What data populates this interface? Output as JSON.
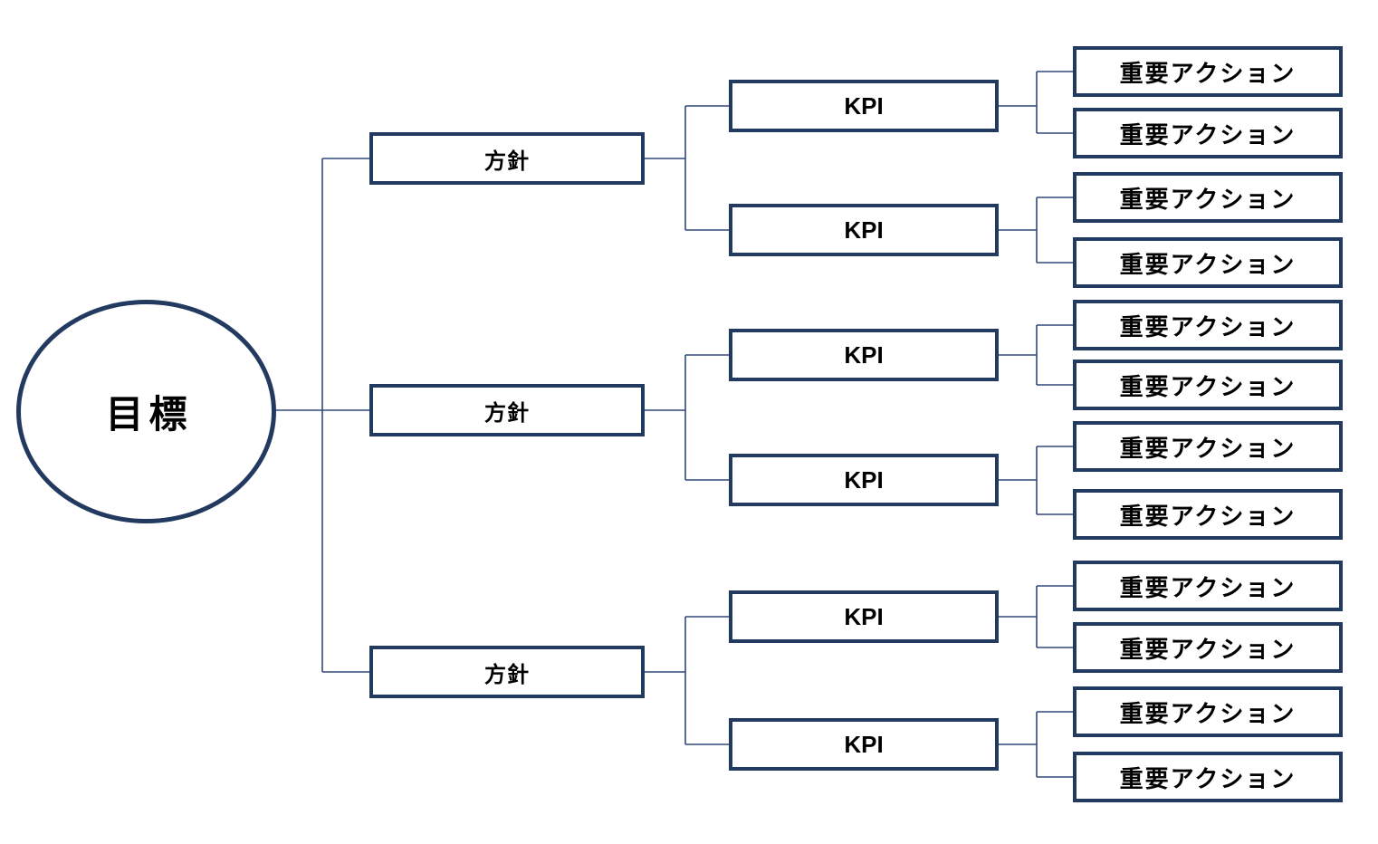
{
  "colors": {
    "box_border": "#233A60",
    "connector": "#31497A",
    "text": "#000000",
    "background": "#FFFFFF"
  },
  "tree": {
    "root": {
      "label": "目標"
    },
    "branches": [
      {
        "label": "方針",
        "kpis": [
          {
            "label": "KPI",
            "actions": [
              {
                "label": "重要アクション"
              },
              {
                "label": "重要アクション"
              }
            ]
          },
          {
            "label": "KPI",
            "actions": [
              {
                "label": "重要アクション"
              },
              {
                "label": "重要アクション"
              }
            ]
          }
        ]
      },
      {
        "label": "方針",
        "kpis": [
          {
            "label": "KPI",
            "actions": [
              {
                "label": "重要アクション"
              },
              {
                "label": "重要アクション"
              }
            ]
          },
          {
            "label": "KPI",
            "actions": [
              {
                "label": "重要アクション"
              },
              {
                "label": "重要アクション"
              }
            ]
          }
        ]
      },
      {
        "label": "方針",
        "kpis": [
          {
            "label": "KPI",
            "actions": [
              {
                "label": "重要アクション"
              },
              {
                "label": "重要アクション"
              }
            ]
          },
          {
            "label": "KPI",
            "actions": [
              {
                "label": "重要アクション"
              },
              {
                "label": "重要アクション"
              }
            ]
          }
        ]
      }
    ]
  }
}
